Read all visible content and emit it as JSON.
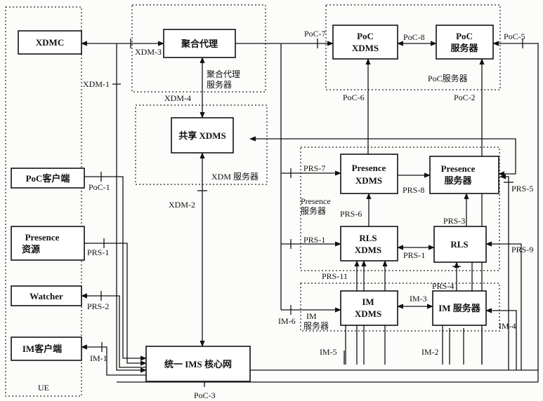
{
  "nodes": {
    "xdmc": "XDMC",
    "poc_client": "PoC客户端",
    "presence_source_1": "Presence",
    "presence_source_2": "资源",
    "watcher": "Watcher",
    "im_client": "IM客户端",
    "aggregation_proxy": "聚合代理",
    "shared_xdms": "共享 XDMS",
    "ims_core": "统一 IMS 核心网",
    "poc_xdms_1": "PoC",
    "poc_xdms_2": "XDMS",
    "poc_server_1": "PoC",
    "poc_server_2": "服务器",
    "presence_xdms_1": "Presence",
    "presence_xdms_2": "XDMS",
    "presence_server_1": "Presence",
    "presence_server_2": "服务器",
    "rls_xdms_1": "RLS",
    "rls_xdms_2": "XDMS",
    "rls": "RLS",
    "im_xdms_1": "IM",
    "im_xdms_2": "XDMS",
    "im_server": "IM 服务器"
  },
  "groups": {
    "ue": "UE",
    "agg_proxy_server_1": "聚合代理",
    "agg_proxy_server_2": "服务器",
    "xdm_server": "XDM 服务器",
    "poc_servers": "PoC服务器",
    "presence_servers_1": "Presence",
    "presence_servers_2": "服务器",
    "im_servers_1": "IM",
    "im_servers_2": "服务器"
  },
  "interfaces": {
    "xdm_1": "XDM-1",
    "xdm_2": "XDM-2",
    "xdm_3": "XDM-3",
    "xdm_4": "XDM-4",
    "poc_1": "PoC-1",
    "poc_2": "PoC-2",
    "poc_3": "PoC-3",
    "poc_5": "PoC-5",
    "poc_6": "PoC-6",
    "poc_7": "PoC-7",
    "poc_8": "PoC-8",
    "prs_1_left": "PRS-1",
    "prs_1_ue": "PRS-1",
    "prs_1_rls": "PRS-1",
    "prs_2": "PRS-2",
    "prs_3": "PRS-3",
    "prs_4": "PRS-4",
    "prs_5": "PRS-5",
    "prs_6": "PRS-6",
    "prs_7": "PRS-7",
    "prs_8": "PRS-8",
    "prs_9": "PRS-9",
    "prs_11": "PRS-11",
    "im_1": "IM-1",
    "im_2": "IM-2",
    "im_3": "IM-3",
    "im_4": "IM-4",
    "im_5": "IM-5",
    "im_6": "IM-6"
  }
}
